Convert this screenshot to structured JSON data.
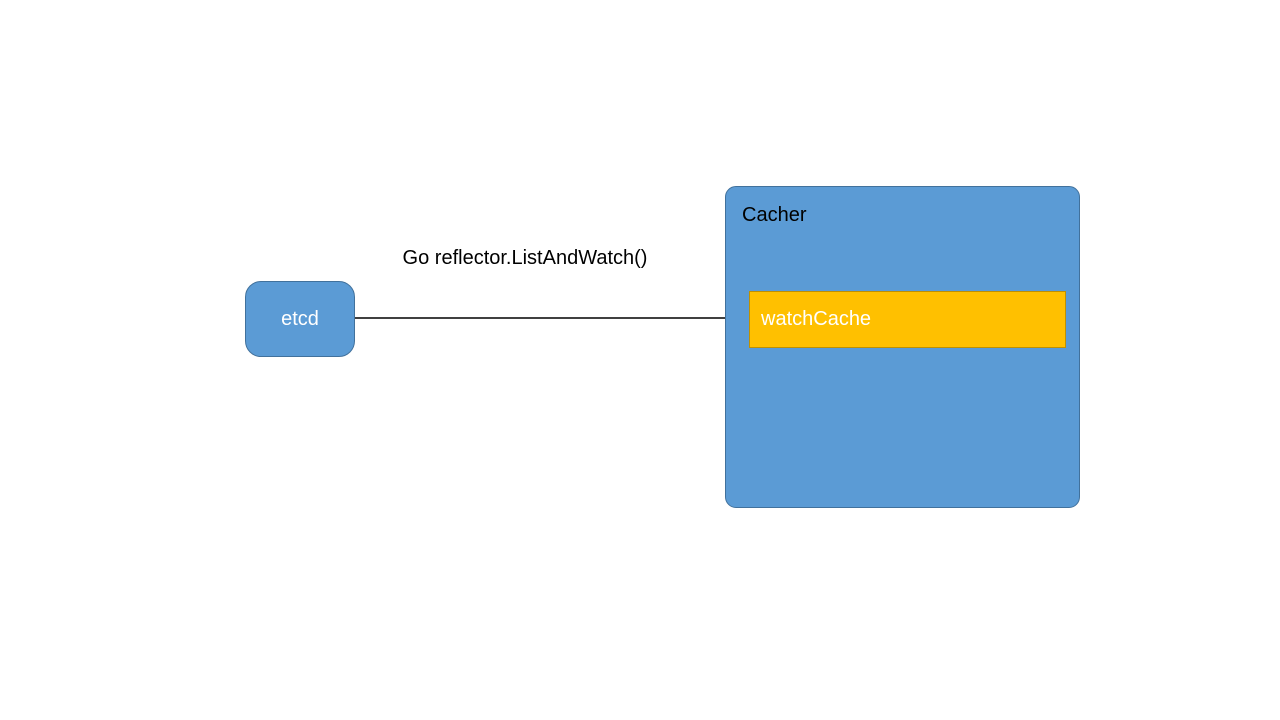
{
  "diagram": {
    "nodes": {
      "etcd": {
        "label": "etcd"
      },
      "cacher": {
        "label": "Cacher"
      },
      "watch_cache": {
        "label": "watchCache"
      }
    },
    "arrow": {
      "label": "Go reflector.ListAndWatch()",
      "from": "etcd",
      "to": "watchCache"
    },
    "colors": {
      "background": "#FFFFFF",
      "node_fill": "#5B9BD5",
      "node_border": "#41719C",
      "highlight_fill": "#FFC000",
      "highlight_border": "#BF9000",
      "node_text": "#FFFFFF",
      "label_text": "#000000",
      "arrow_line": "#000000"
    }
  }
}
